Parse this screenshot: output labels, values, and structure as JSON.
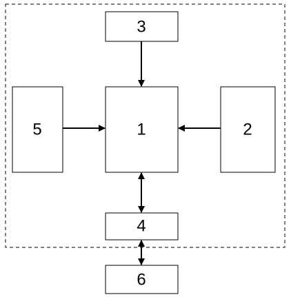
{
  "diagram": {
    "blocks": {
      "b1": "1",
      "b2": "2",
      "b3": "3",
      "b4": "4",
      "b5": "5",
      "b6": "6"
    },
    "connections": [
      {
        "from": "3",
        "to": "1",
        "direction": "one-way"
      },
      {
        "from": "5",
        "to": "1",
        "direction": "one-way"
      },
      {
        "from": "2",
        "to": "1",
        "direction": "one-way"
      },
      {
        "from": "1",
        "to": "4",
        "direction": "two-way"
      },
      {
        "from": "4",
        "to": "6",
        "direction": "two-way"
      }
    ],
    "boundary": {
      "style": "dashed",
      "encloses": [
        "1",
        "2",
        "3",
        "4",
        "5"
      ]
    },
    "colors": {
      "stroke": "#000000",
      "fill": "#ffffff"
    }
  }
}
